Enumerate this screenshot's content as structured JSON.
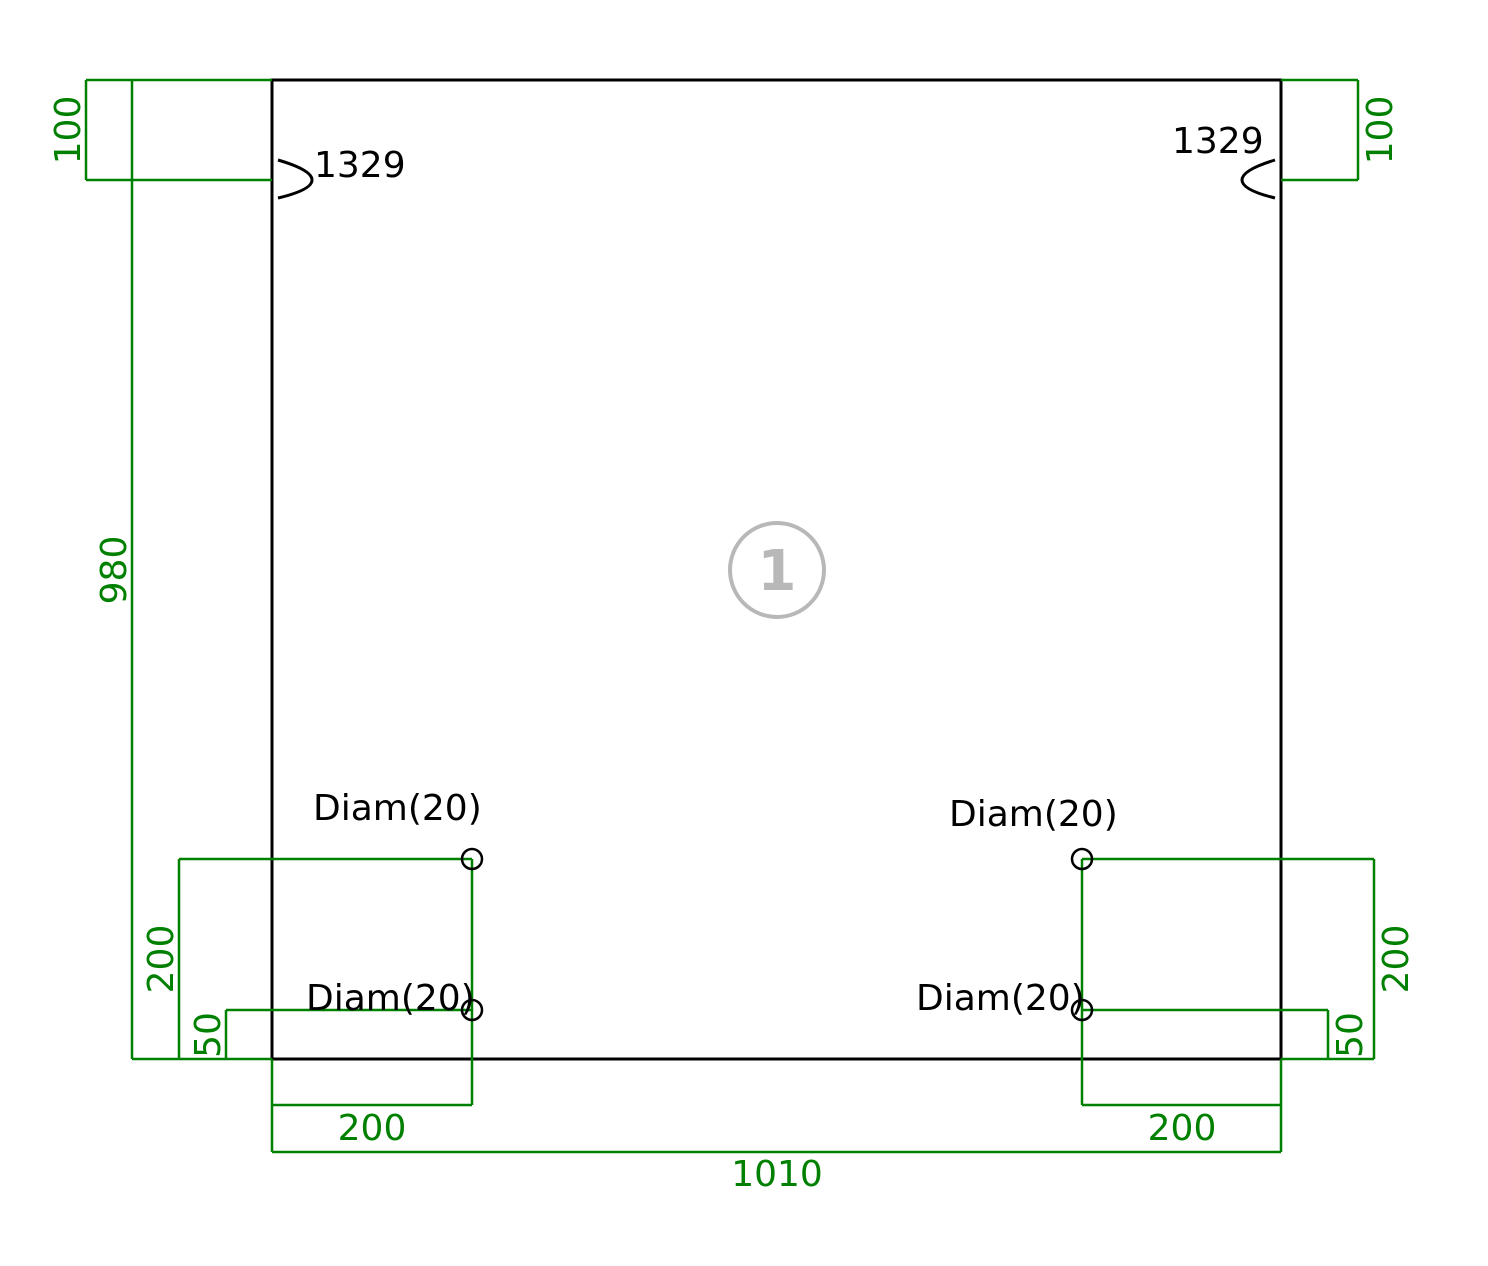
{
  "colors": {
    "dimension": "#008000",
    "outline": "#000000",
    "part_marker": "#b8b8b8"
  },
  "panel": {
    "width_label": "1010",
    "height_label": "980",
    "part_number": "1"
  },
  "hinge_labels": {
    "left": "1329",
    "right": "1329"
  },
  "dimensions": {
    "top_left_offset": "100",
    "top_right_offset": "100",
    "left_hole_height": "200",
    "left_hole_low_height": "50",
    "right_hole_height": "200",
    "right_hole_low_height": "50",
    "left_hole_x": "200",
    "right_hole_x": "200",
    "overall_width": "1010",
    "overall_height": "980"
  },
  "holes": {
    "left_upper": "Diam(20)",
    "left_lower": "Diam(20)",
    "right_upper": "Diam(20)",
    "right_lower": "Diam(20)"
  }
}
